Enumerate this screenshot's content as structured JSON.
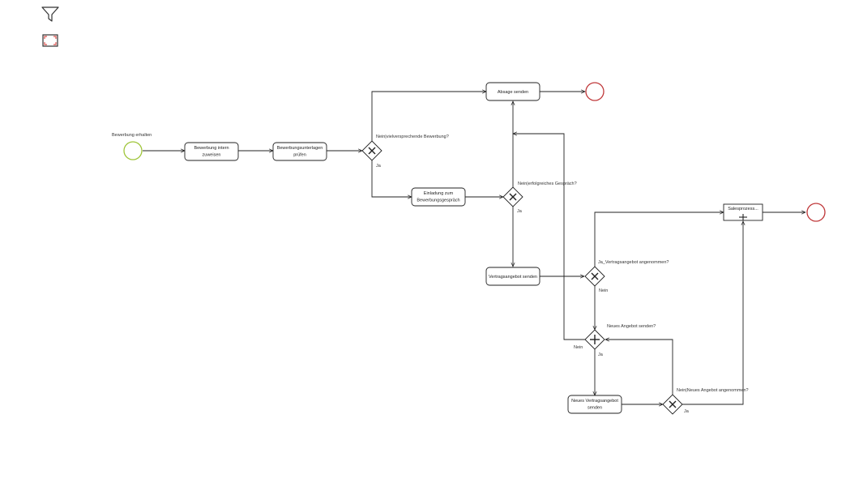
{
  "toolbar": {
    "filter_icon": "filter-funnel-icon",
    "fit_icon": "fit-to-screen-icon"
  },
  "colors": {
    "start_event": "#9fc53a",
    "end_event": "#c0393b",
    "fit_icon_corners": "#d9534f",
    "stroke": "#222222"
  },
  "diagram": {
    "start_event_label": "Bewerbung erhalten",
    "tasks": {
      "intern_zuweisen": [
        "Bewerbung intern",
        "zuweisen"
      ],
      "unterlagen_pruefen": [
        "Bewerbungsunterlagen",
        "prüfen"
      ],
      "absage_senden": [
        "Absage senden"
      ],
      "einladung": [
        "Einladung zum",
        "Bewerbungsgespräch"
      ],
      "vertragsangebot_senden": [
        "Vertragsangebot senden"
      ],
      "neues_vertragsangebot": [
        "Neues Vertragsangebot",
        "senden"
      ],
      "salesprozess": [
        "Salesprozess..."
      ]
    },
    "gateways": {
      "g1": "Nein|vielversprechende Bewerbung?",
      "g2": "Nein|erfolgreiches Gespräch?",
      "g3": "Ja_Vertragsangebot angenommen?",
      "g4": "Neues Angebot senden?",
      "g5": "Nein|Neues Angebot angenommen?"
    },
    "flow_labels": {
      "g1_ja": "Ja",
      "g2_ja": "Ja",
      "g3_nein": "Nein",
      "g4_nein": "Nein",
      "g4_ja": "Ja",
      "g5_ja": "Ja"
    }
  }
}
